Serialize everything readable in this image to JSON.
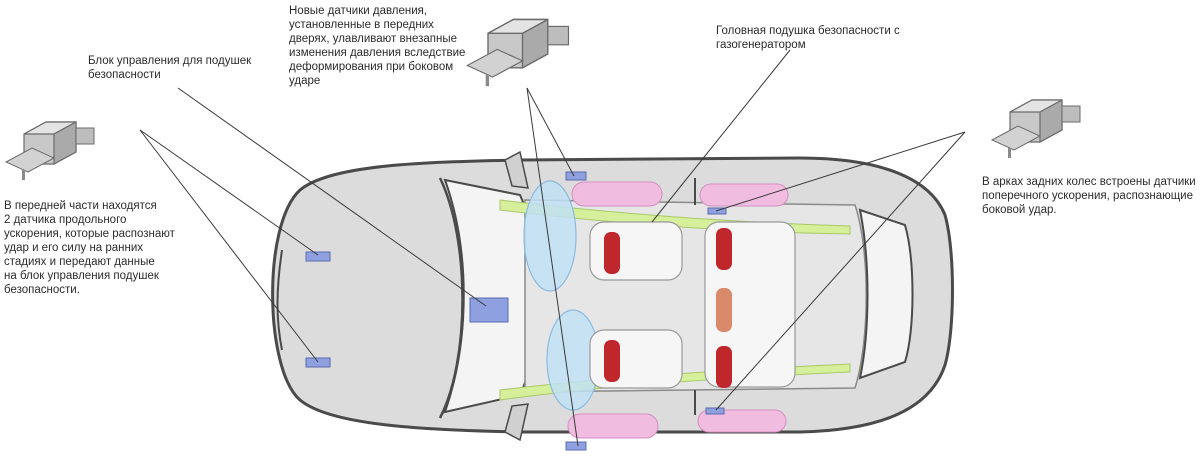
{
  "labels": {
    "front_sensors": {
      "lines": [
        "В передней части находятся",
        "2 датчика продольного",
        "ускорения, которые распознают",
        "удар и его силу на ранних",
        "стадиях и передают данные",
        "на блок управления подушек",
        "безопасности."
      ]
    },
    "control_unit": {
      "lines": [
        "Блок управления для подушек",
        "безопасности"
      ]
    },
    "door_sensors": {
      "lines": [
        "Новые датчики давления,",
        "установленные в передних",
        "дверях, улавливают внезапные",
        "изменения давления вследствие",
        "деформирования при боковом",
        "ударе"
      ]
    },
    "curtain_airbag": {
      "lines": [
        "Головная подушка безопасности с",
        "газогенератором"
      ]
    },
    "rear_sensors": {
      "lines": [
        "В арках задних колес встроены датчики",
        "поперечного ускорения, распознающие",
        "боковой удар."
      ]
    }
  },
  "colors": {
    "car_body": "#d8d8d8",
    "car_outline": "#4a4a4a",
    "sensor_blue": "#8ea0e0",
    "front_airbag": "#bfe0f5",
    "side_airbag": "#f0bde0",
    "curtain_airbag": "#d6ef9a",
    "belt_red": "#c0272d",
    "belt_orange": "#d88a6a"
  },
  "icons": [
    "sensor-icon"
  ]
}
